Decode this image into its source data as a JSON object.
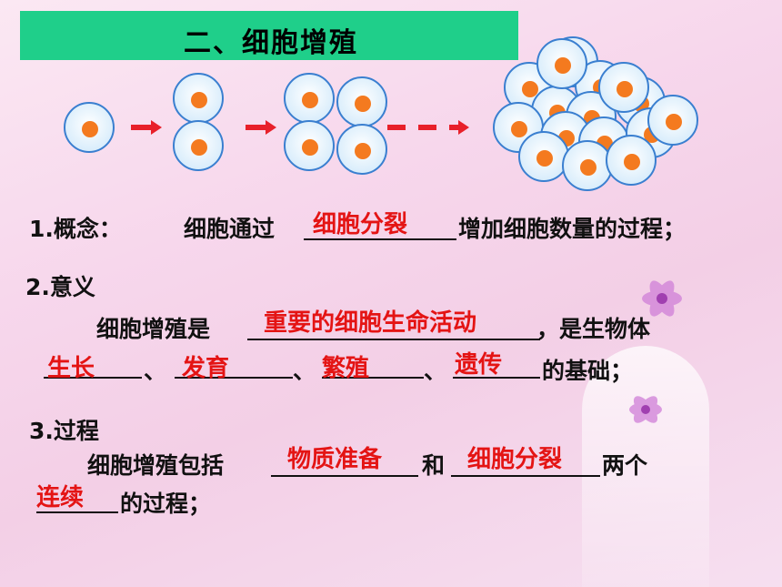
{
  "title": "二、细胞增殖",
  "concept": {
    "label": "1.概念：",
    "pre": "细胞通过",
    "answer": "细胞分裂",
    "post": "增加细胞数量的过程；"
  },
  "significance": {
    "label": "2.意义",
    "pre": "细胞增殖是",
    "answer": "重要的细胞生命活动",
    "post": "，是生物体",
    "answers2": [
      "生长",
      "发育",
      "繁殖",
      "遗传"
    ],
    "sep": "、",
    "tail": "的基础；"
  },
  "process": {
    "label": "3.过程",
    "pre": "细胞增殖包括",
    "answer1": "物质准备",
    "mid": "和",
    "answer2": "细胞分裂",
    "post": "两个",
    "answer3": "连续",
    "tail": "的过程；"
  },
  "colors": {
    "title_bg": "#1fcf8a",
    "answer": "#e41414",
    "cell_fill": "#eef8ff",
    "cell_nucleus": "#f47a1f",
    "arrow": "#e8202a"
  }
}
